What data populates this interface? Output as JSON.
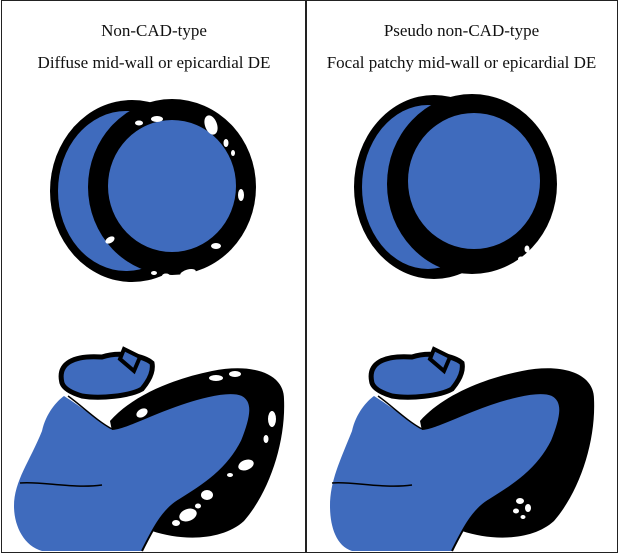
{
  "panels": [
    {
      "title": "Non-CAD-type",
      "subtitle": "Diffuse mid-wall or epicardial DE"
    },
    {
      "title": "Pseudo non-CAD-type",
      "subtitle": "Focal patchy mid-wall or epicardial DE"
    }
  ],
  "colors": {
    "blood_pool": "#3f6bbd",
    "myocardium": "#000000",
    "enhancement": "#ffffff",
    "border": "#222222"
  }
}
